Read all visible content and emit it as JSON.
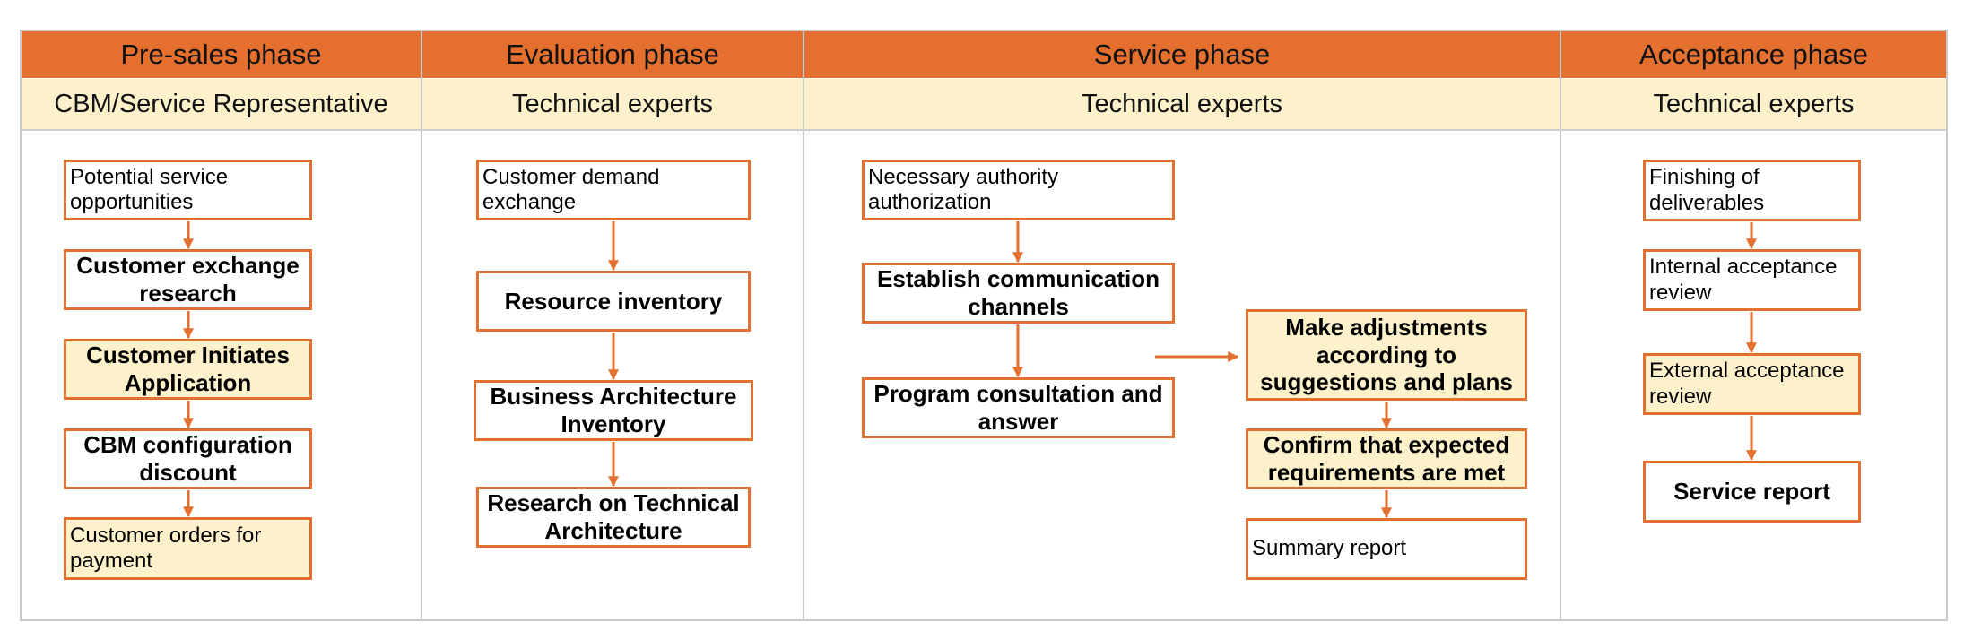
{
  "phases": [
    {
      "title": "Pre-sales phase",
      "role": "CBM/Service Representative"
    },
    {
      "title": "Evaluation phase",
      "role": "Technical experts"
    },
    {
      "title": "Service phase",
      "role": "Technical experts"
    },
    {
      "title": "Acceptance phase",
      "role": "Technical experts"
    }
  ],
  "presales": {
    "step1": "Potential service opportunities",
    "step2": "Customer exchange research",
    "step3": "Customer Initiates Application",
    "step4": "CBM configuration discount",
    "step5": "Customer orders for payment"
  },
  "evaluation": {
    "step1": "Customer demand exchange",
    "step2": "Resource inventory",
    "step3": "Business Architecture Inventory",
    "step4": "Research on Technical Architecture"
  },
  "service": {
    "step1": "Necessary authority authorization",
    "step2": "Establish communication channels",
    "step3": "Program consultation and answer",
    "step4": "Make adjustments according to suggestions and plans",
    "step5": "Confirm that expected requirements are met",
    "step6": "Summary report"
  },
  "acceptance": {
    "step1": "Finishing of deliverables",
    "step2": "Internal acceptance review",
    "step3": "External acceptance review",
    "step4": "Service report"
  },
  "colors": {
    "accent": "#e46f2e",
    "highlight_fill": "#fdf1cc",
    "grid": "#c9c9c9"
  }
}
